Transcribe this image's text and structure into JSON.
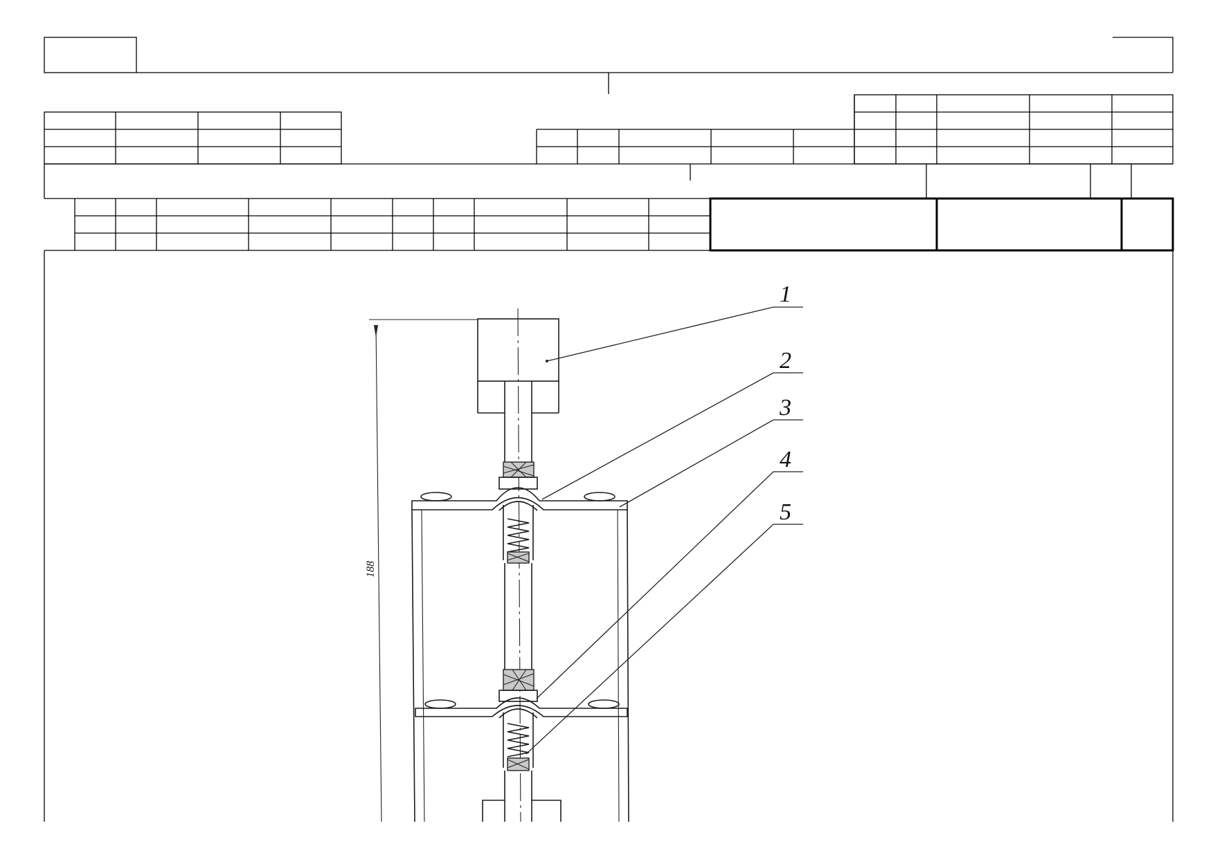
{
  "drawing": {
    "callouts": [
      "1",
      "2",
      "3",
      "4",
      "5"
    ],
    "dimension": "188"
  }
}
